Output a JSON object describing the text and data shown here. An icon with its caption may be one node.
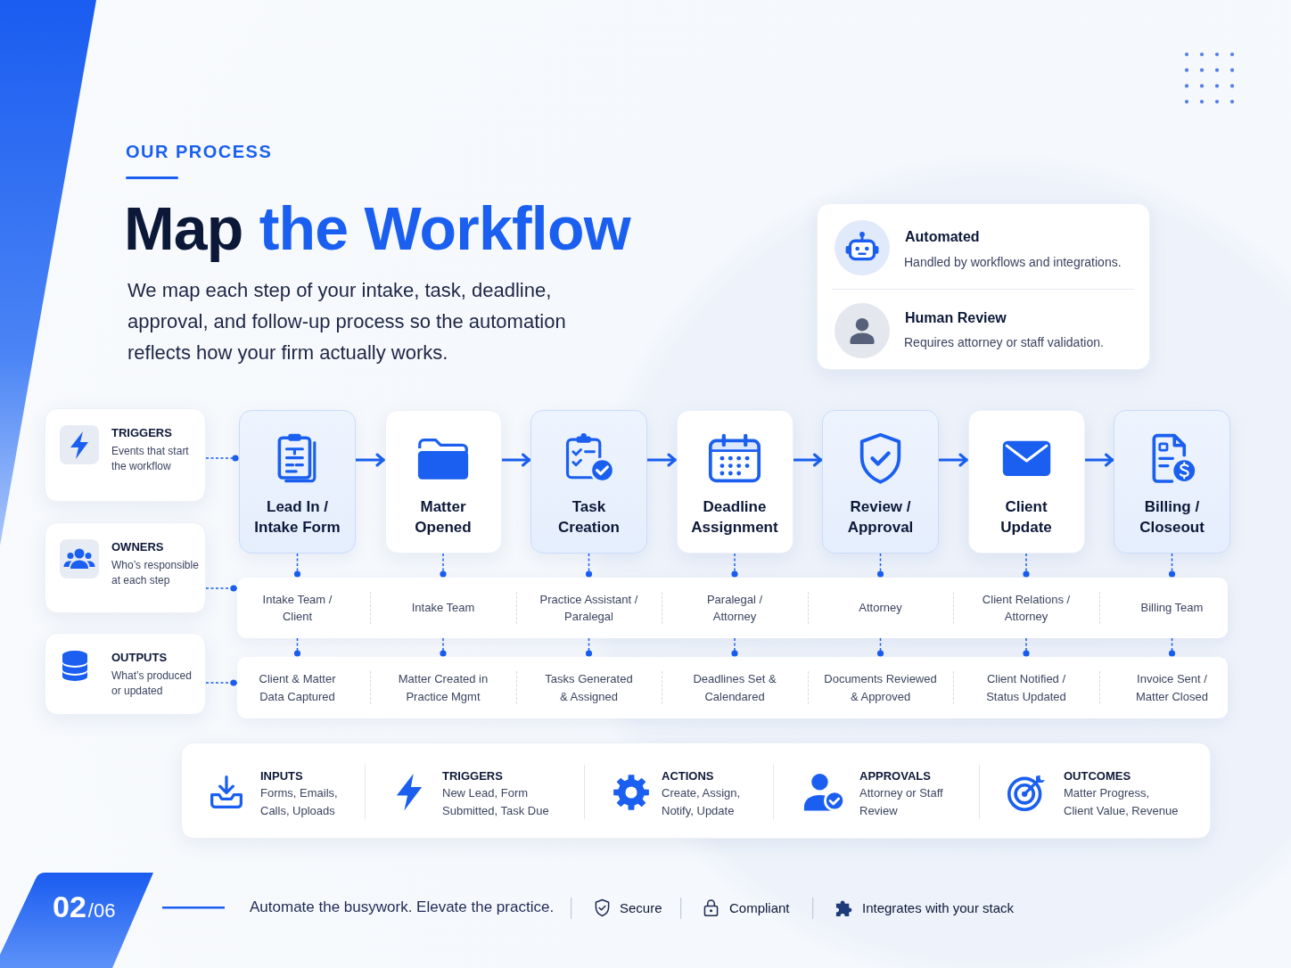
{
  "diagram": {
    "title": "Map the Workflow",
    "nodes": [
      {
        "text": [
          "Automated",
          "Handled by workflows and integrations.",
          "Human Review",
          "Requires attorney or staff validation."
        ]
      },
      {
        "text": [
          "TRIGGERS",
          "Events that start the workflow"
        ]
      },
      {
        "text": [
          "Lead In / Intake Form"
        ]
      },
      {
        "text": [
          "Matter Opened"
        ]
      },
      {
        "text": [
          "Task Creation"
        ]
      },
      {
        "text": [
          "Deadline Assignment"
        ]
      },
      {
        "text": [
          "Review / Approval"
        ]
      },
      {
        "text": [
          "Client Update"
        ]
      },
      {
        "text": [
          "Billing / Closeout"
        ]
      },
      {
        "text": [
          "OWNERS",
          "Who’s responsible at each step"
        ]
      },
      {
        "text": [],
        "shape": "box"
      },
      {
        "text": [
          "Intake Team / Client"
        ],
        "in": 10
      },
      {
        "text": [
          "Intake Team"
        ],
        "in": 10
      },
      {
        "text": [
          "Practice Assistant / Paralegal"
        ],
        "in": 10
      },
      {
        "text": [
          "Paralegal / Attorney"
        ],
        "in": 10
      },
      {
        "text": [
          "Attorney"
        ],
        "in": 10
      },
      {
        "text": [
          "Client Relations / Attorney"
        ],
        "in": 10
      },
      {
        "text": [
          "Billing Team"
        ],
        "in": 10
      },
      {
        "text": [
          "OUTPUTS",
          "What’s produced or updated"
        ]
      },
      {
        "text": [],
        "shape": "box"
      },
      {
        "text": [
          "Client & Matter Data Captured"
        ],
        "in": 19
      },
      {
        "text": [
          "Matter Created in Practice Mgmt"
        ],
        "in": 19
      },
      {
        "text": [
          "Tasks Generated & Assigned"
        ],
        "in": 19
      },
      {
        "text": [
          "Deadlines Set & Calendared"
        ],
        "in": 19
      },
      {
        "text": [
          "Documents Reviewed & Approved"
        ],
        "in": 19
      },
      {
        "text": [
          "Client Notified / Status Updated"
        ],
        "in": 19
      },
      {
        "text": [
          "Invoice Sent / Matter Closed"
        ],
        "in": 19
      },
      {
        "text": [
          "INPUTS",
          "Forms, Emails, Calls, Uploads",
          "TRIGGERS",
          "New Lead, Form Submitted, Task Due",
          "ACTIONS",
          "Create, Assign, Notify, Update",
          "APPROVALS",
          "Attorney or Staff Review",
          "OUTCOMES",
          "Matter Progress, Client Value, Revenue"
        ]
      },
      {
        "text": [
          "02",
          "/06"
        ]
      }
    ],
    "edges": [
      {
        "from": 1,
        "to": 2,
        "arrow": "other",
        "style": "dashed"
      },
      {
        "from": 2,
        "to": 3,
        "arrow": "to"
      },
      {
        "from": 3,
        "to": 4,
        "arrow": "to"
      },
      {
        "from": 4,
        "to": 5,
        "arrow": "to"
      },
      {
        "from": 5,
        "to": 6,
        "arrow": "to"
      },
      {
        "from": 6,
        "to": 7,
        "arrow": "to"
      },
      {
        "from": 7,
        "to": 8,
        "arrow": "to"
      },
      {
        "from": 9,
        "to": 10,
        "arrow": "other",
        "style": "dashed"
      },
      {
        "from": 2,
        "to": 11,
        "arrow": "other",
        "style": "dashed"
      },
      {
        "from": 3,
        "to": 12,
        "arrow": "other",
        "style": "dashed"
      },
      {
        "from": 4,
        "to": 13,
        "arrow": "other",
        "style": "dashed"
      },
      {
        "from": 5,
        "to": 14,
        "arrow": "other",
        "style": "dashed"
      },
      {
        "from": 6,
        "to": 15,
        "arrow": "other",
        "style": "dashed"
      },
      {
        "from": 7,
        "to": 16,
        "arrow": "other",
        "style": "dashed"
      },
      {
        "from": 8,
        "to": 17,
        "arrow": "other",
        "style": "dashed"
      },
      {
        "from": 18,
        "to": 19,
        "arrow": "other",
        "style": "dashed"
      },
      {
        "from": 11,
        "to": 20,
        "arrow": "other",
        "style": "dashed"
      },
      {
        "from": 12,
        "to": 21,
        "arrow": "other",
        "style": "dashed"
      },
      {
        "from": 13,
        "to": 22,
        "arrow": "other",
        "style": "dashed"
      },
      {
        "from": 14,
        "to": 23,
        "arrow": "other",
        "style": "dashed"
      },
      {
        "from": 15,
        "to": 24,
        "arrow": "other",
        "style": "dashed"
      },
      {
        "from": 16,
        "to": 25,
        "arrow": "other",
        "style": "dashed"
      },
      {
        "from": 17,
        "to": 26,
        "arrow": "other",
        "style": "dashed"
      }
    ],
    "labels": [
      "OUR PROCESS",
      "We map each step of your intake, task, deadline, approval, and follow-up process so the automation reflects how your firm actually works.",
      "Automate the busywork. Elevate the practice.",
      "Secure",
      "Compliant",
      "Integrates with your stack"
    ]
  }
}
